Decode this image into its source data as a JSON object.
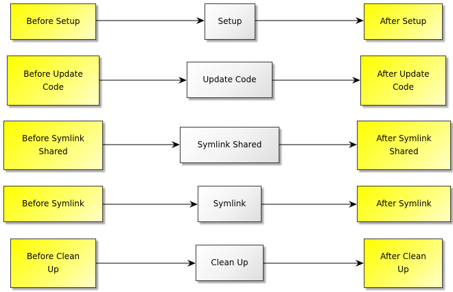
{
  "rows": [
    {
      "before": "Before Setup",
      "task": "Setup",
      "after": "After Setup"
    },
    {
      "before": "Before Update\nCode",
      "task": "Update Code",
      "after": "After Update\nCode"
    },
    {
      "before": "Before Symlink\nShared",
      "task": "Symlink Shared",
      "after": "After Symlink\nShared"
    },
    {
      "before": "Before Symlink",
      "task": "Symlink",
      "after": "After Symlink"
    },
    {
      "before": "Before Clean\nUp",
      "task": "Clean Up",
      "after": "After Clean\nUp"
    }
  ],
  "colors": {
    "hook_fill": "#ffff00",
    "task_fill": "#f0f0f0",
    "border": "#3a3a3a",
    "arrow": "#000000"
  }
}
